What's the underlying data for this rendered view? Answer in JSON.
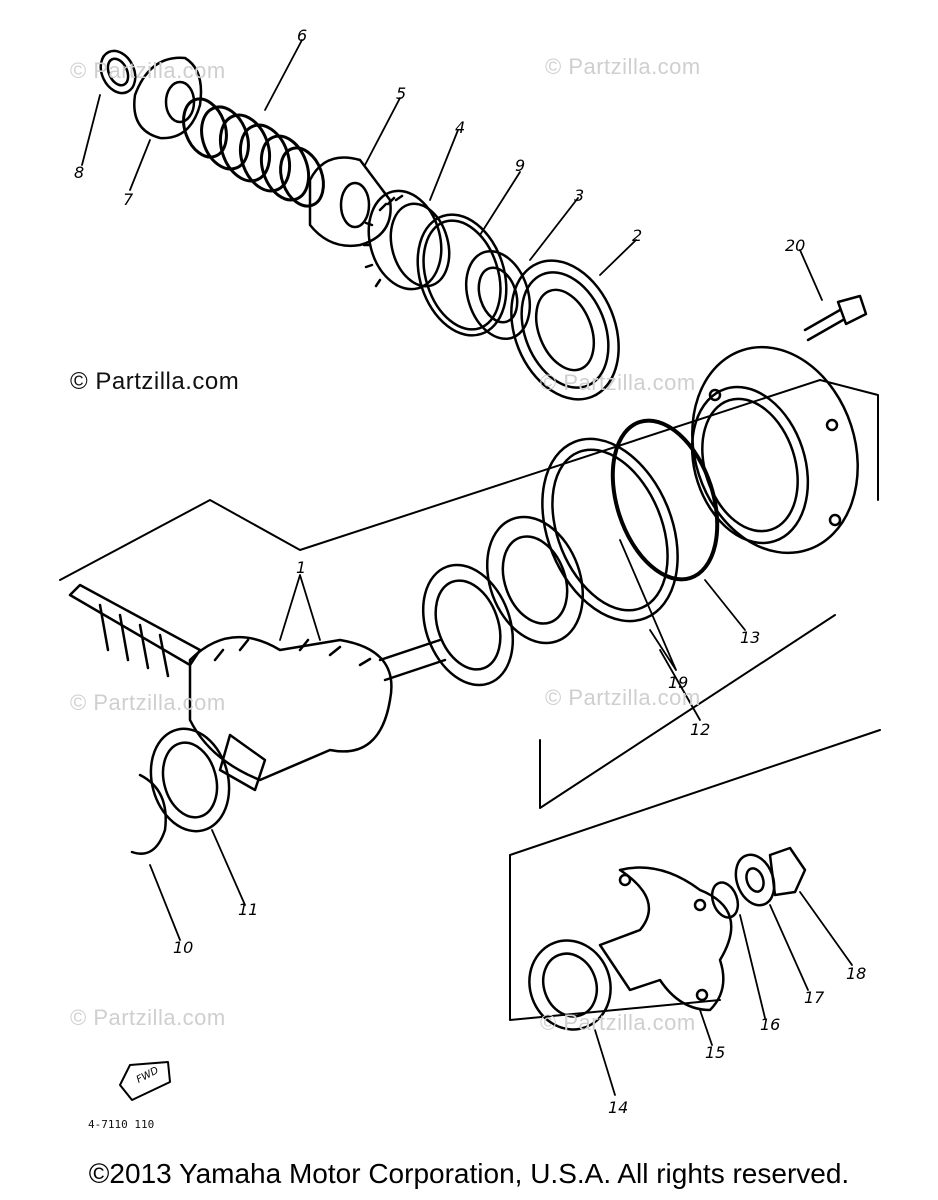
{
  "watermarks": [
    "© Partzilla.com",
    "© Partzilla.com",
    "© Partzilla.com",
    "© Partzilla.com",
    "© Partzilla.com",
    "© Partzilla.com",
    "© Partzilla.com"
  ],
  "main_watermark": "© Partzilla.com",
  "callouts": [
    "1",
    "2",
    "3",
    "4",
    "5",
    "6",
    "7",
    "8",
    "9",
    "10",
    "11",
    "12",
    "13",
    "14",
    "15",
    "16",
    "17",
    "18",
    "19",
    "20"
  ],
  "forward_arrow_label": "FWD",
  "reference_code": "4-7110 110",
  "copyright": "©2013 Yamaha Motor Corporation, U.S.A. All rights reserved."
}
